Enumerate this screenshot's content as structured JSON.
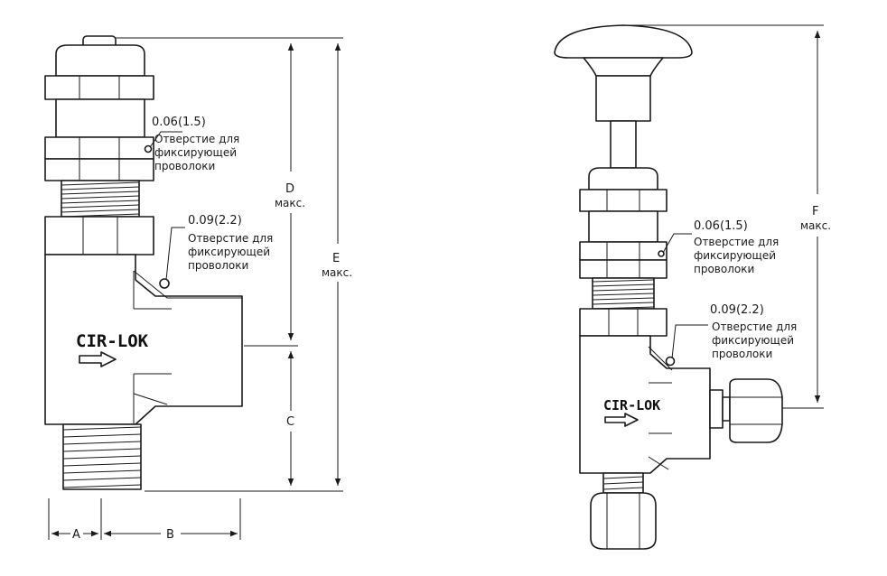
{
  "brand": "CIR-LOK",
  "left_view": {
    "hole_upper": {
      "size": "0.06(1.5)",
      "line1": "Отверстие для",
      "line2": "фиксирующей",
      "line3": "проволоки"
    },
    "hole_lower": {
      "size": "0.09(2.2)",
      "line1": "Отверстие для",
      "line2": "фиксирующей",
      "line3": "проволоки"
    },
    "dims": {
      "d_letter": "D",
      "d_suffix": "макс.",
      "e_letter": "E",
      "e_suffix": "макс.",
      "c_letter": "C",
      "a_letter": "A",
      "b_letter": "B"
    }
  },
  "right_view": {
    "hole_upper": {
      "size": "0.06(1.5)",
      "line1": "Отверстие для",
      "line2": "фиксирующей",
      "line3": "проволоки"
    },
    "hole_lower": {
      "size": "0.09(2.2)",
      "line1": "Отверстие для",
      "line2": "фиксирующей",
      "line3": "проволоки"
    },
    "dims": {
      "f_letter": "F",
      "f_suffix": "макс."
    }
  }
}
